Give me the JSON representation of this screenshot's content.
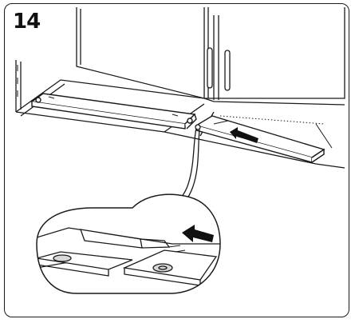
{
  "step": {
    "number": "14"
  },
  "colors": {
    "line": "#1a1a1a",
    "shade": "#d8d8d8",
    "paper": "#ffffff",
    "arrow": "#111111"
  },
  "illustration": {
    "icons": [
      "cabinet-doors",
      "door-handle",
      "plinth-strip",
      "push-direction-arrow",
      "screw-hole",
      "magnifier-callout"
    ]
  }
}
